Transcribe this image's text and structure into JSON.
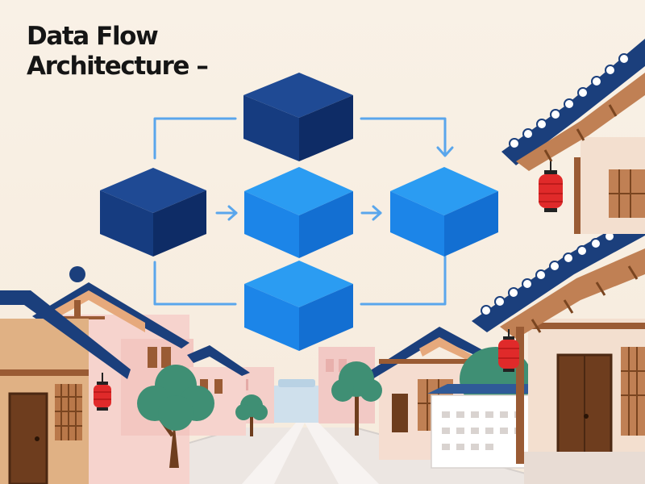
{
  "title": {
    "line1": "Data Flow",
    "line2": "Architecture –"
  },
  "colors": {
    "background": "#f8efe3",
    "node_dark_top": "#1f4a94",
    "node_dark_front": "#163c80",
    "node_dark_side": "#0e2c66",
    "node_light_top": "#2b9cf2",
    "node_light_front": "#1c85e8",
    "node_light_side": "#136fd2",
    "connector": "#5aa6ec",
    "roof": "#1b3f7c",
    "wood": "#9a5b34",
    "lantern": "#e02a2a",
    "tree": "#3f8f74"
  },
  "diagram": {
    "nodes": [
      {
        "id": "top-node",
        "tone": "dark"
      },
      {
        "id": "source-node",
        "tone": "dark"
      },
      {
        "id": "process-node",
        "tone": "light"
      },
      {
        "id": "output-node",
        "tone": "light"
      },
      {
        "id": "bottom-node",
        "tone": "light"
      }
    ],
    "edges": [
      {
        "from": "source-node",
        "to": "process-node",
        "style": "arrow"
      },
      {
        "from": "process-node",
        "to": "output-node",
        "style": "arrow"
      },
      {
        "from": "top-node",
        "to": "output-node",
        "style": "elbow-arrow"
      },
      {
        "from": "top-node",
        "to": "source-node",
        "style": "elbow"
      },
      {
        "from": "source-node",
        "to": "bottom-node",
        "style": "elbow"
      },
      {
        "from": "bottom-node",
        "to": "output-node",
        "style": "elbow"
      }
    ]
  }
}
